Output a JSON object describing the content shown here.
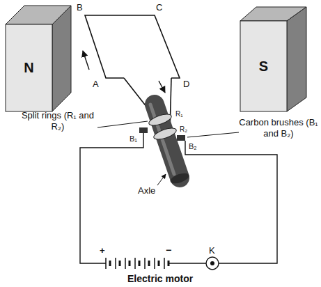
{
  "diagram": {
    "caption": "Electric motor",
    "nodes": [
      {
        "text": [
          "N"
        ]
      },
      {
        "text": [
          "S"
        ]
      }
    ],
    "labels": [
      "B",
      "C",
      "A",
      "D",
      "Split rings (R₁ and R₂)",
      "Carbon brushes (B₁ and B₂)",
      "R₁",
      "R₂",
      "B₁",
      "B₂",
      "Axle",
      "+",
      "−",
      "K"
    ]
  }
}
